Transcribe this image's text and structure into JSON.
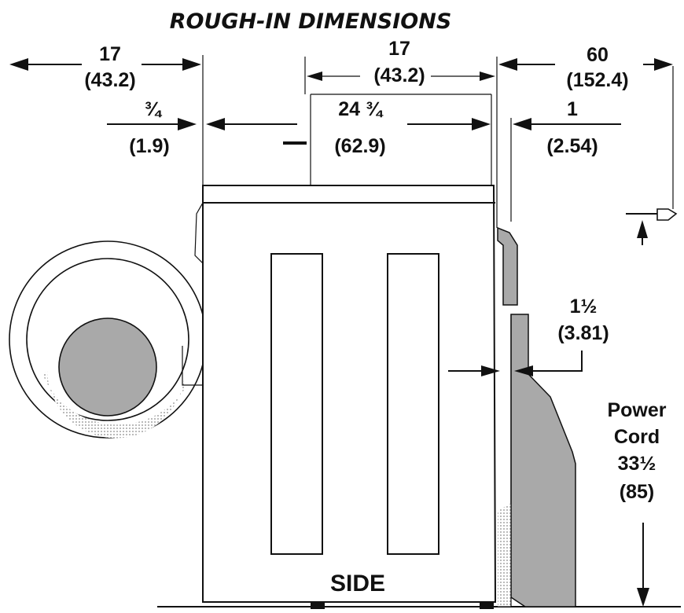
{
  "title": "ROUGH-IN DIMENSIONS",
  "colors": {
    "ink": "#111111",
    "shade": "#a9a9a9",
    "background": "#ffffff"
  },
  "dimensions": {
    "left_clearance": {
      "value": "17",
      "metric": "(43.2)"
    },
    "top_depth": {
      "value": "17",
      "metric": "(43.2)"
    },
    "rear_clearance": {
      "value": "60",
      "metric": "(152.4)"
    },
    "front_offset": {
      "value": "¾",
      "metric": "(1.9)"
    },
    "depth": {
      "value": "24 ¾",
      "metric": "(62.9)"
    },
    "rear_offset": {
      "value": "1",
      "metric": "(2.54)"
    },
    "vent_offset": {
      "value": "1½",
      "metric": "(3.81)"
    }
  },
  "power_cord": {
    "line1": "Power",
    "line2": "Cord",
    "length": "33½",
    "metric": "(85)"
  },
  "view_label": "SIDE"
}
